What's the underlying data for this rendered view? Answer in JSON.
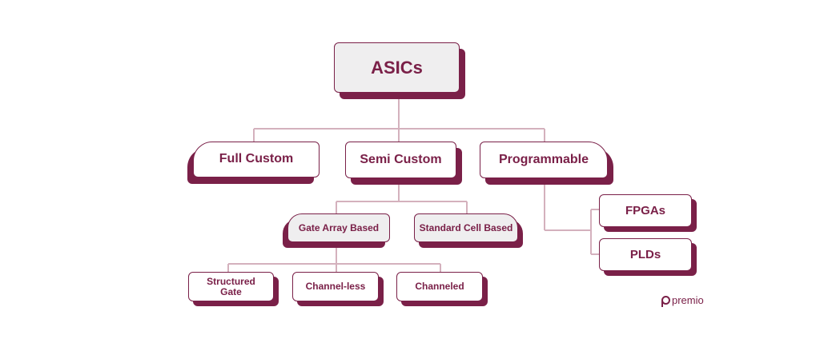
{
  "diagram": {
    "root": "ASICs",
    "categories": {
      "full_custom": "Full Custom",
      "semi_custom": "Semi Custom",
      "programmable": "Programmable"
    },
    "semi_custom_children": {
      "gate_array": "Gate Array Based",
      "standard_cell": "Standard Cell Based"
    },
    "gate_array_children": {
      "structured_gate": "Structured Gate",
      "channel_less": "Channel-less",
      "channeled": "Channeled"
    },
    "programmable_children": {
      "fpgas": "FPGAs",
      "plds": "PLDs"
    }
  },
  "brand": {
    "name": "premio",
    "icon": "premio-logo-icon"
  },
  "colors": {
    "primary": "#7a2048",
    "connector": "#d4b1bd",
    "box_fill": "#f0eff0"
  }
}
